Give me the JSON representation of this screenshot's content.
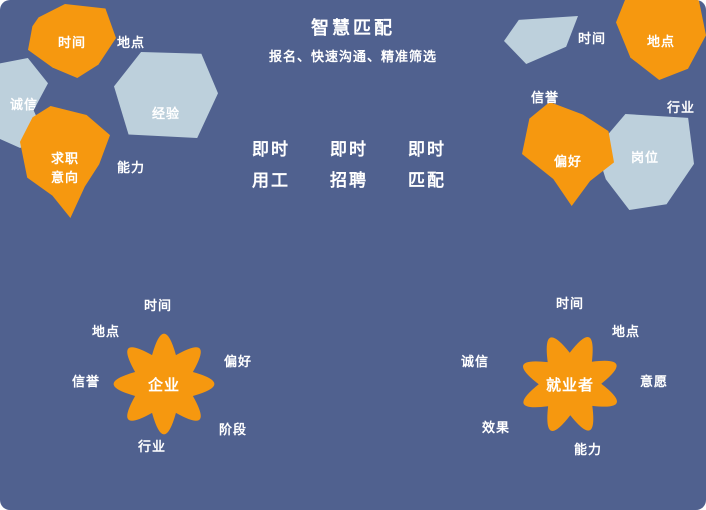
{
  "colors": {
    "background": "#50618f",
    "orange": "#f6980f",
    "light_blue": "#bdd0dc",
    "text": "#ffffff"
  },
  "header": {
    "title": "智慧匹配",
    "subtitle": "报名、快速沟通、精准筛选"
  },
  "center": {
    "items": [
      {
        "line1": "即时",
        "line2": "用工"
      },
      {
        "line1": "即时",
        "line2": "招聘"
      },
      {
        "line1": "即时",
        "line2": "匹配"
      }
    ]
  },
  "left_cluster": {
    "time": "时间",
    "location": "地点",
    "integrity": "诚信",
    "experience": "经验",
    "intention_line1": "求职",
    "intention_line2": "意向",
    "ability": "能力"
  },
  "right_cluster": {
    "time": "时间",
    "location": "地点",
    "reputation": "信誉",
    "industry": "行业",
    "preference": "偏好",
    "position": "岗位"
  },
  "enterprise": {
    "name": "企业",
    "attributes": [
      "时间",
      "地点",
      "偏好",
      "信誉",
      "阶段",
      "行业"
    ]
  },
  "jobseeker": {
    "name": "就业者",
    "attributes": [
      "时间",
      "地点",
      "诚信",
      "意愿",
      "效果",
      "能力"
    ]
  }
}
